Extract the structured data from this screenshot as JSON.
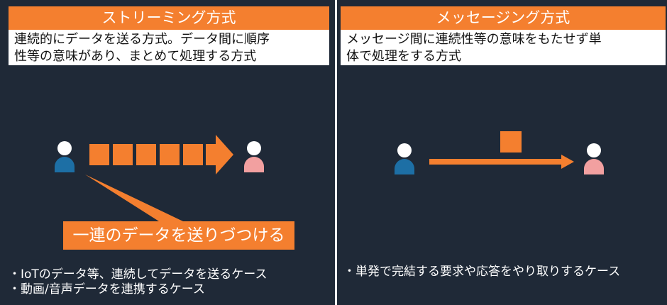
{
  "streaming": {
    "title": "ストリーミング方式",
    "description_line1": "連続的にデータを送る方式。データ間に順序",
    "description_line2": "性等の意味があり、まとめて処理する方式",
    "callout": "一連のデータを送りづつける",
    "bullets": [
      "・IoTのデータ等、連続してデータを送るケース",
      "・動画/音声データを連携するケース"
    ]
  },
  "messaging": {
    "title": "メッセージング方式",
    "description_line1": "メッセージ間に連続性等の意味をもたせず単",
    "description_line2": "体で処理をする方式",
    "bullets": [
      "・単発で完結する要求や応答をやり取りするケース"
    ]
  },
  "colors": {
    "accent": "#f47f2f",
    "background": "#1f2937",
    "sender": "#1d6fa5",
    "receiver": "#f2a0a0"
  }
}
